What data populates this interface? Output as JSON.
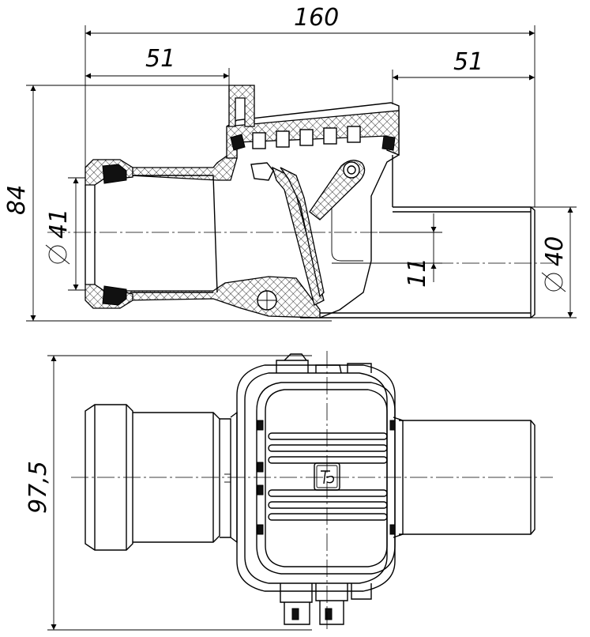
{
  "dimensions": {
    "overall_length": "160",
    "inlet_length": "51",
    "outlet_length": "51",
    "height": "84",
    "inlet_diameter": "41",
    "outlet_diameter": "40",
    "axis_offset": "11",
    "width": "97,5"
  },
  "logo": {
    "text": "TP"
  },
  "colors": {
    "line": "#000000",
    "background": "#ffffff"
  }
}
